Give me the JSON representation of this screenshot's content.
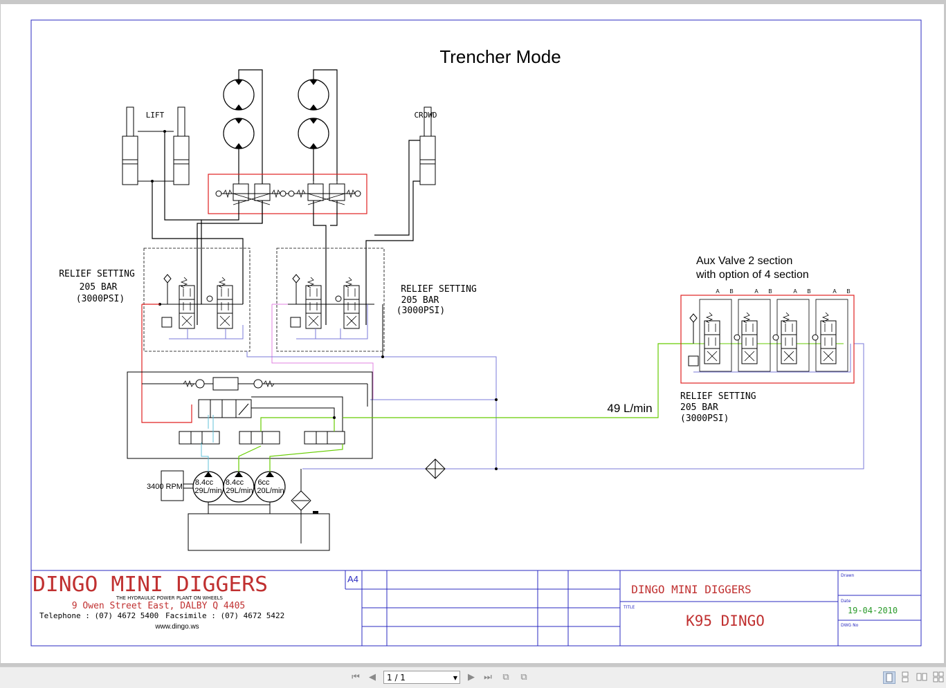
{
  "drawing": {
    "title": "Trencher Mode",
    "labels": {
      "lift": "LIFT",
      "crowd": "CROWD",
      "relief_left_1": "RELIEF SETTING",
      "relief_left_2": "205 BAR",
      "relief_left_3": "(3000PSI)",
      "relief_mid_1": "RELIEF SETTING",
      "relief_mid_2": "205 BAR",
      "relief_mid_3": "(3000PSI)",
      "relief_aux_1": "RELIEF SETTING",
      "relief_aux_2": "205 BAR",
      "relief_aux_3": "(3000PSI)",
      "aux_1": "Aux Valve 2 section",
      "aux_2": "with option of 4 section",
      "flow": "49 L/min",
      "rpm": "3400 RPM",
      "pump1_a": "8.4cc",
      "pump1_b": "29L/min",
      "pump2_a": "8.4cc",
      "pump2_b": "29L/min",
      "pump3_a": "6cc",
      "pump3_b": "20L/min",
      "port_a": "A",
      "port_b": "B"
    }
  },
  "title_block": {
    "company": "DINGO MINI DIGGERS",
    "tagline": "THE HYDRAULIC POWER PLANT ON WHEELS",
    "address": "9 Owen Street East, DALBY Q 4405",
    "phone": "Telephone : (07) 4672 5400",
    "fax": "Facsimile : (07) 4672 5422",
    "web": "www.dingo.ws",
    "size": "A4",
    "company2": "DINGO MINI DIGGERS",
    "title_label": "TITLE",
    "title": "K95 DINGO",
    "drawn_label": "Drawn",
    "date_label": "Date",
    "date": "19-04-2010",
    "dwg_label": "DWG No"
  },
  "toolbar": {
    "page_value": "1 / 1"
  },
  "colors": {
    "border": "#2a2ac0",
    "red": "#e02020",
    "green": "#66cc00",
    "blue": "#7a7ad8",
    "magenta": "#e080e0",
    "cyan": "#60c0d8",
    "title_red": "#c03030",
    "date_green": "#2a9a2a"
  }
}
